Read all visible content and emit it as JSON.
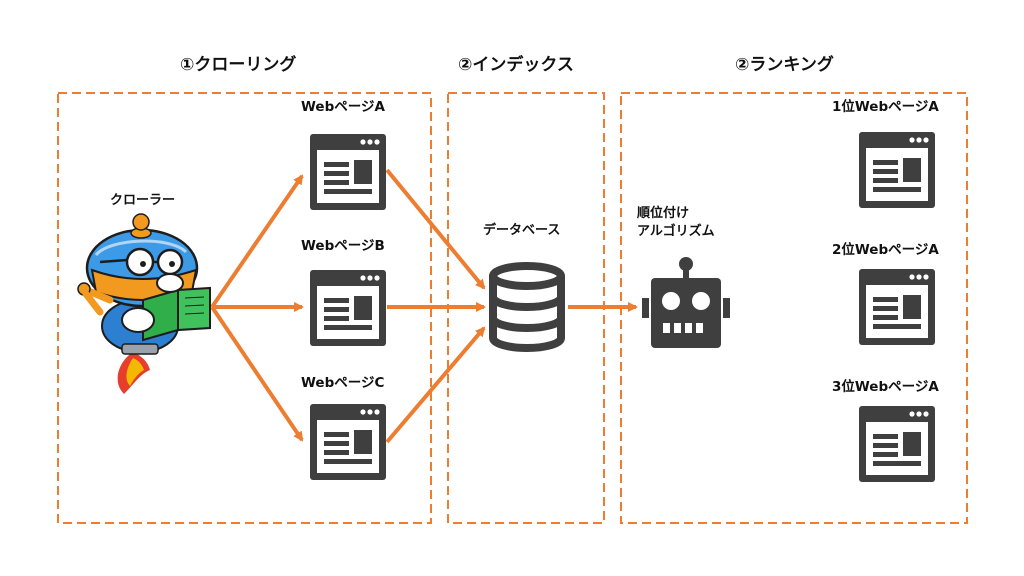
{
  "sections": {
    "crawling": {
      "title": "①クローリング",
      "crawler_label": "クローラー",
      "pages": [
        "WebページA",
        "WebページB",
        "WebページC"
      ]
    },
    "index": {
      "title": "②インデックス",
      "db_label": "データベース"
    },
    "ranking": {
      "title": "②ランキング",
      "algo_label_line1": "順位付け",
      "algo_label_line2": "アルゴリズム",
      "results": [
        "1位WebページA",
        "2位WebページA",
        "3位WebページA"
      ]
    }
  },
  "colors": {
    "accent_orange": "#ed7d31",
    "icon_gray": "#3f3f3f"
  },
  "icons": {
    "web_page": "browser-window-icon",
    "database": "database-icon",
    "robot": "robot-icon",
    "crawler": "crawler-character-icon"
  }
}
